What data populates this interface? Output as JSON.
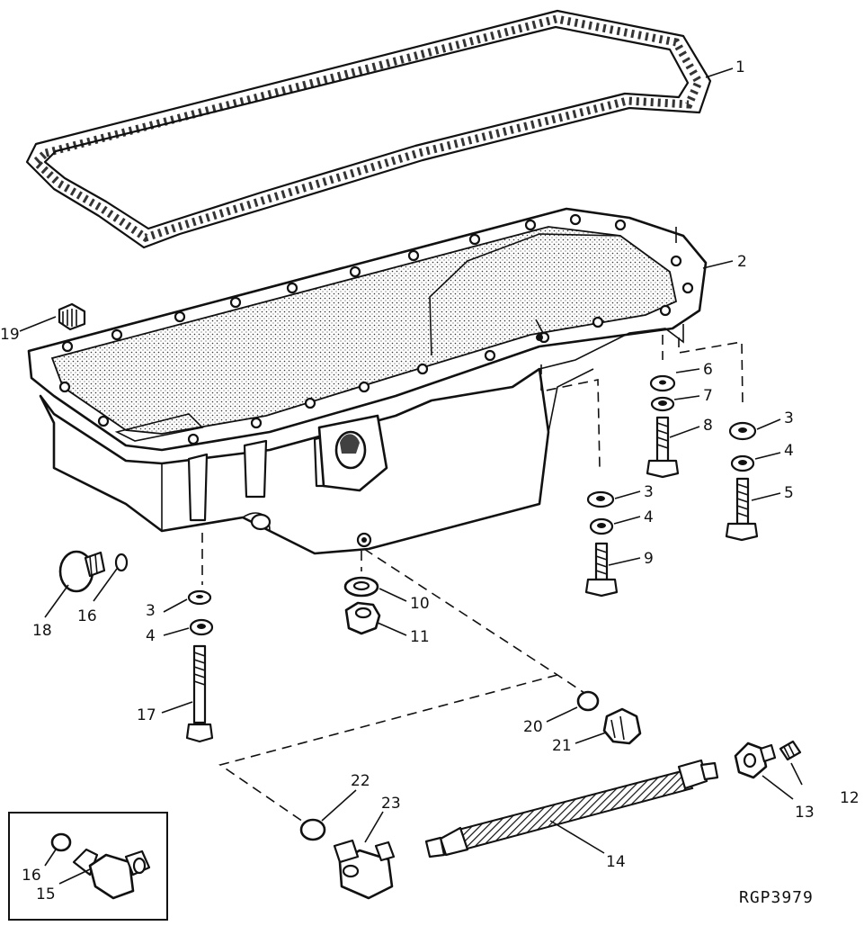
{
  "figure": {
    "reference_code": "RGP3979"
  },
  "callouts": [
    {
      "id": "c1",
      "text": "1"
    },
    {
      "id": "c2",
      "text": "2"
    },
    {
      "id": "c3a",
      "text": "3"
    },
    {
      "id": "c3b",
      "text": "3"
    },
    {
      "id": "c3c",
      "text": "3"
    },
    {
      "id": "c4a",
      "text": "4"
    },
    {
      "id": "c4b",
      "text": "4"
    },
    {
      "id": "c4c",
      "text": "4"
    },
    {
      "id": "c5",
      "text": "5"
    },
    {
      "id": "c6",
      "text": "6"
    },
    {
      "id": "c7",
      "text": "7"
    },
    {
      "id": "c8",
      "text": "8"
    },
    {
      "id": "c9",
      "text": "9"
    },
    {
      "id": "c10",
      "text": "10"
    },
    {
      "id": "c11",
      "text": "11"
    },
    {
      "id": "c12",
      "text": "12"
    },
    {
      "id": "c13",
      "text": "13"
    },
    {
      "id": "c14",
      "text": "14"
    },
    {
      "id": "c15",
      "text": "15"
    },
    {
      "id": "c16a",
      "text": "16"
    },
    {
      "id": "c16b",
      "text": "16"
    },
    {
      "id": "c17",
      "text": "17"
    },
    {
      "id": "c18",
      "text": "18"
    },
    {
      "id": "c19",
      "text": "19"
    },
    {
      "id": "c20",
      "text": "20"
    },
    {
      "id": "c21",
      "text": "21"
    },
    {
      "id": "c22",
      "text": "22"
    },
    {
      "id": "c23",
      "text": "23"
    }
  ]
}
